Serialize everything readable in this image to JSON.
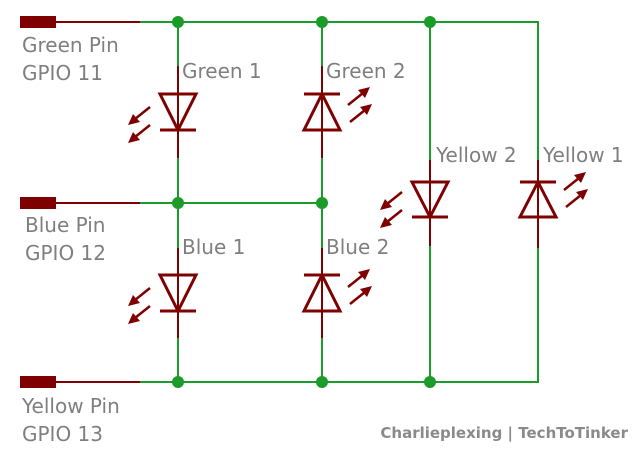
{
  "pins": [
    {
      "name": "Green Pin",
      "gpio": "GPIO 11"
    },
    {
      "name": "Blue Pin",
      "gpio": "GPIO 12"
    },
    {
      "name": "Yellow Pin",
      "gpio": "GPIO 13"
    }
  ],
  "leds": {
    "green1": "Green 1",
    "green2": "Green 2",
    "blue1": "Blue 1",
    "blue2": "Blue 2",
    "yellow1": "Yellow 1",
    "yellow2": "Yellow 2"
  },
  "credit": "Charlieplexing | TechToTinker",
  "colors": {
    "wire": "#1a9b2a",
    "component": "#7f0000",
    "label": "#7f7f7f"
  }
}
